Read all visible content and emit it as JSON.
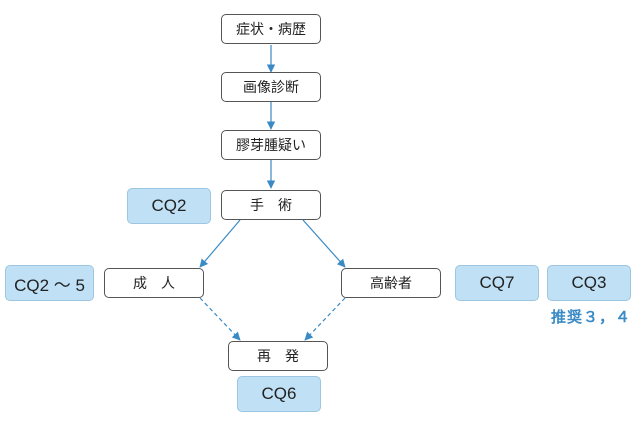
{
  "nodes": {
    "symptoms": "症状・病歴",
    "imaging": "画像診断",
    "suspected": "膠芽腫疑い",
    "surgery": "手　術",
    "adult": "成　人",
    "elderly": "高齢者",
    "recurrence": "再　発"
  },
  "cq_labels": {
    "surgery": "CQ2",
    "adult": "CQ2 ～ 5",
    "elderly_1": "CQ7",
    "elderly_2": "CQ3",
    "recurrence": "CQ6"
  },
  "recommendation": "推奨３，４",
  "colors": {
    "arrow": "#3a8ac6",
    "cq_fill": "#bfe0f5",
    "recommendation_text": "#3a8ac6"
  }
}
